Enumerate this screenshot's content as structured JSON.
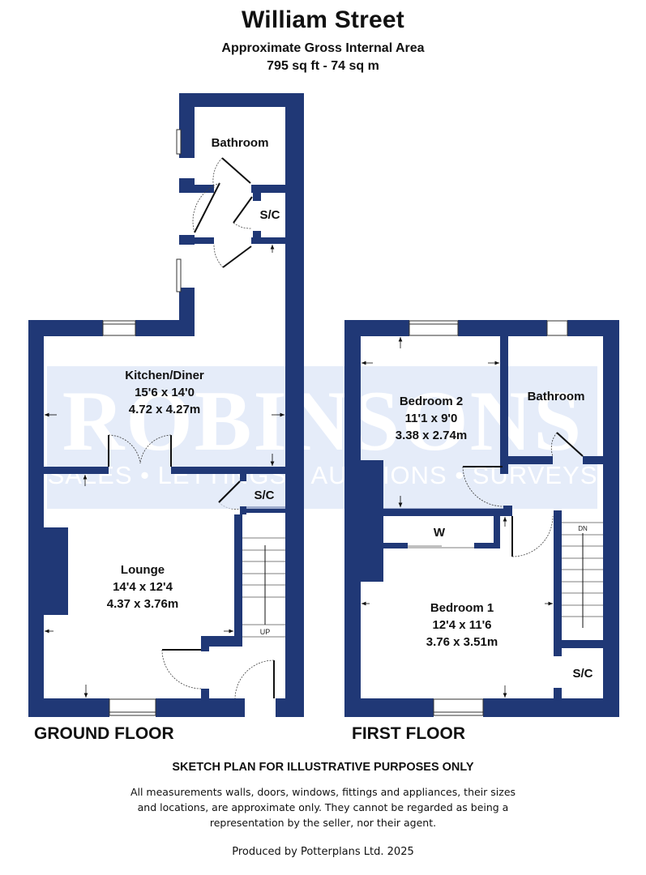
{
  "header": {
    "title": "William Street",
    "subtitle": "Approximate Gross Internal Area",
    "area": "795 sq ft - 74 sq m"
  },
  "colors": {
    "wall": "#203876",
    "watermark_band": "#dae4f6",
    "watermark_text": "#ffffff",
    "text": "#111111"
  },
  "watermark": {
    "brand": "ROBINSONS",
    "tagline": "SALES • LETTINGS • AUCTIONS • SURVEYS"
  },
  "ground_floor": {
    "label": "GROUND FLOOR",
    "rooms": [
      {
        "name": "Bathroom",
        "imperial": "",
        "metric": ""
      },
      {
        "name": "S/C",
        "imperial": "",
        "metric": ""
      },
      {
        "name": "Kitchen/Diner",
        "imperial": "15'6 x 14'0",
        "metric": "4.72 x 4.27m"
      },
      {
        "name": "S/C",
        "imperial": "",
        "metric": ""
      },
      {
        "name": "Lounge",
        "imperial": "14'4 x 12'4",
        "metric": "4.37 x 3.76m"
      }
    ],
    "stairs_label": "UP"
  },
  "first_floor": {
    "label": "FIRST FLOOR",
    "rooms": [
      {
        "name": "Bedroom 2",
        "imperial": "11'1 x 9'0",
        "metric": "3.38 x 2.74m"
      },
      {
        "name": "Bathroom",
        "imperial": "",
        "metric": ""
      },
      {
        "name": "W",
        "imperial": "",
        "metric": ""
      },
      {
        "name": "Bedroom 1",
        "imperial": "12'4 x 11'6",
        "metric": "3.76 x 3.51m"
      },
      {
        "name": "S/C",
        "imperial": "",
        "metric": ""
      }
    ],
    "stairs_label": "DN"
  },
  "footer": {
    "heading": "SKETCH PLAN FOR ILLUSTRATIVE PURPOSES ONLY",
    "disclaimer": "All measurements walls, doors, windows, fittings and appliances, their sizes and locations, are approximate only. They cannot be regarded as being a representation by the seller, nor their agent.",
    "credit": "Produced by Potterplans Ltd. 2025"
  }
}
